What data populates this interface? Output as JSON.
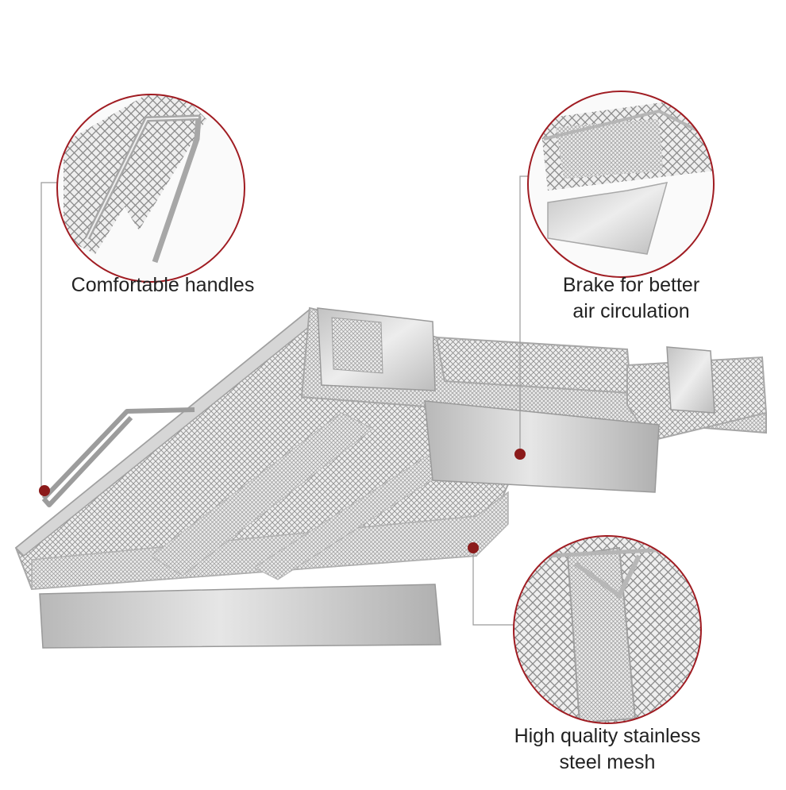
{
  "features": {
    "handles": {
      "lines": [
        "Comfortable handles"
      ]
    },
    "brake": {
      "lines": [
        "Brake for better",
        "air circulation"
      ]
    },
    "mesh": {
      "lines": [
        "High quality stainless",
        "steel mesh"
      ]
    }
  },
  "colors": {
    "marker": "#8b1a1a",
    "callout_ring": "#a01c22",
    "leader_line": "#9a9a9a",
    "steel": "#c8c8c8",
    "text": "#222222"
  },
  "icons": {
    "marker": "callout-dot-icon",
    "handle_detail": "handle-closeup-icon",
    "brake_detail": "brake-closeup-icon",
    "mesh_detail": "mesh-closeup-icon"
  }
}
